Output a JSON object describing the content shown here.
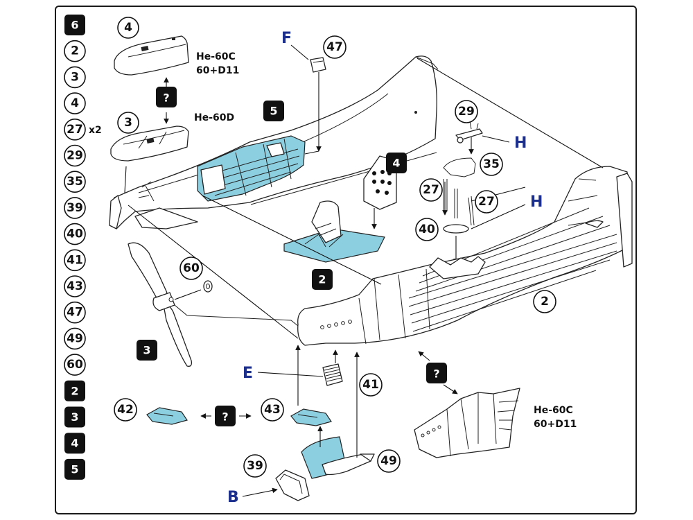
{
  "parts_list": [
    {
      "num": "6",
      "style": "step"
    },
    {
      "num": "2",
      "style": "part"
    },
    {
      "num": "3",
      "style": "part"
    },
    {
      "num": "4",
      "style": "part"
    },
    {
      "num": "27",
      "style": "part",
      "suffix": "x2"
    },
    {
      "num": "29",
      "style": "part"
    },
    {
      "num": "35",
      "style": "part"
    },
    {
      "num": "39",
      "style": "part"
    },
    {
      "num": "40",
      "style": "part"
    },
    {
      "num": "41",
      "style": "part"
    },
    {
      "num": "43",
      "style": "part"
    },
    {
      "num": "47",
      "style": "part"
    },
    {
      "num": "49",
      "style": "part"
    },
    {
      "num": "60",
      "style": "part"
    },
    {
      "num": "2",
      "style": "step"
    },
    {
      "num": "3",
      "style": "step"
    },
    {
      "num": "4",
      "style": "step"
    },
    {
      "num": "5",
      "style": "step"
    }
  ],
  "variants": {
    "he60c_top": "He-60C\n60+D11",
    "he60d": "He-60D",
    "he60c_bottom": "He-60C\n60+D11"
  },
  "letters": {
    "F": "F",
    "H1": "H",
    "H2": "H",
    "E": "E",
    "B": "B"
  },
  "callouts": {
    "c4": "4",
    "c3": "3",
    "c47": "47",
    "c29": "29",
    "c35": "35",
    "c27a": "27",
    "c27b": "27",
    "c40": "40",
    "c60": "60",
    "c2": "2",
    "c41": "41",
    "c42": "42",
    "c43": "43",
    "c39": "39",
    "c49": "49"
  },
  "steps": {
    "s5": "5",
    "s4": "4",
    "s2": "2",
    "s3": "3"
  },
  "question_mark": "?",
  "colors": {
    "interior_blue": "#8ccfe0",
    "letter_blue": "#1d2f8c",
    "ink": "#111111"
  }
}
